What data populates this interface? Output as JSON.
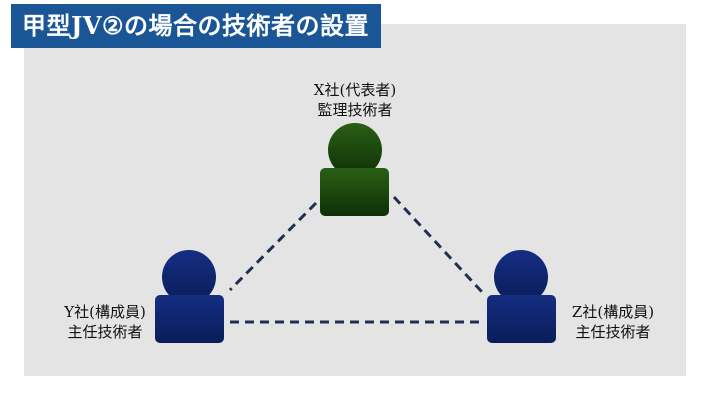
{
  "title": "甲型JV②の場合の技術者の設置",
  "nodes": {
    "x": {
      "company": "X社(代表者)",
      "role": "監理技術者",
      "icon": "person-icon"
    },
    "y": {
      "company": "Y社(構成員)",
      "role": "主任技術者",
      "icon": "person-icon"
    },
    "z": {
      "company": "Z社(構成員)",
      "role": "主任技術者",
      "icon": "person-icon"
    }
  },
  "colors": {
    "title_bg": "#1a5596",
    "panel_bg": "#e4e4e4",
    "x_person": "#1d4a0c",
    "yz_person": "#0c2576",
    "connector": "#1f2f52"
  }
}
